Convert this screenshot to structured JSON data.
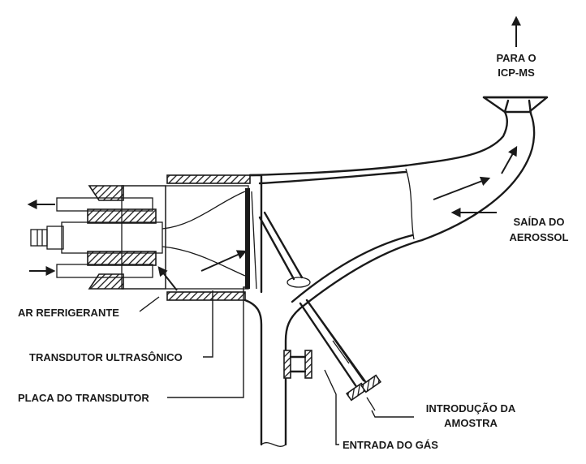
{
  "labels": {
    "destination_line1": "PARA O",
    "destination_line2": "ICP-MS",
    "aerosol_exit_line1": "SAÍDA DO",
    "aerosol_exit_line2": "AEROSSOL",
    "cooling_air": "AR REFRIGERANTE",
    "ultrasonic_transducer": "TRANSDUTOR ULTRASÔNICO",
    "transducer_plate": "PLACA DO TRANSDUTOR",
    "sample_intro_line1": "INTRODUÇÃO DA",
    "sample_intro_line2": "AMOSTRA",
    "gas_inlet": "ENTRADA DO GÁS"
  }
}
